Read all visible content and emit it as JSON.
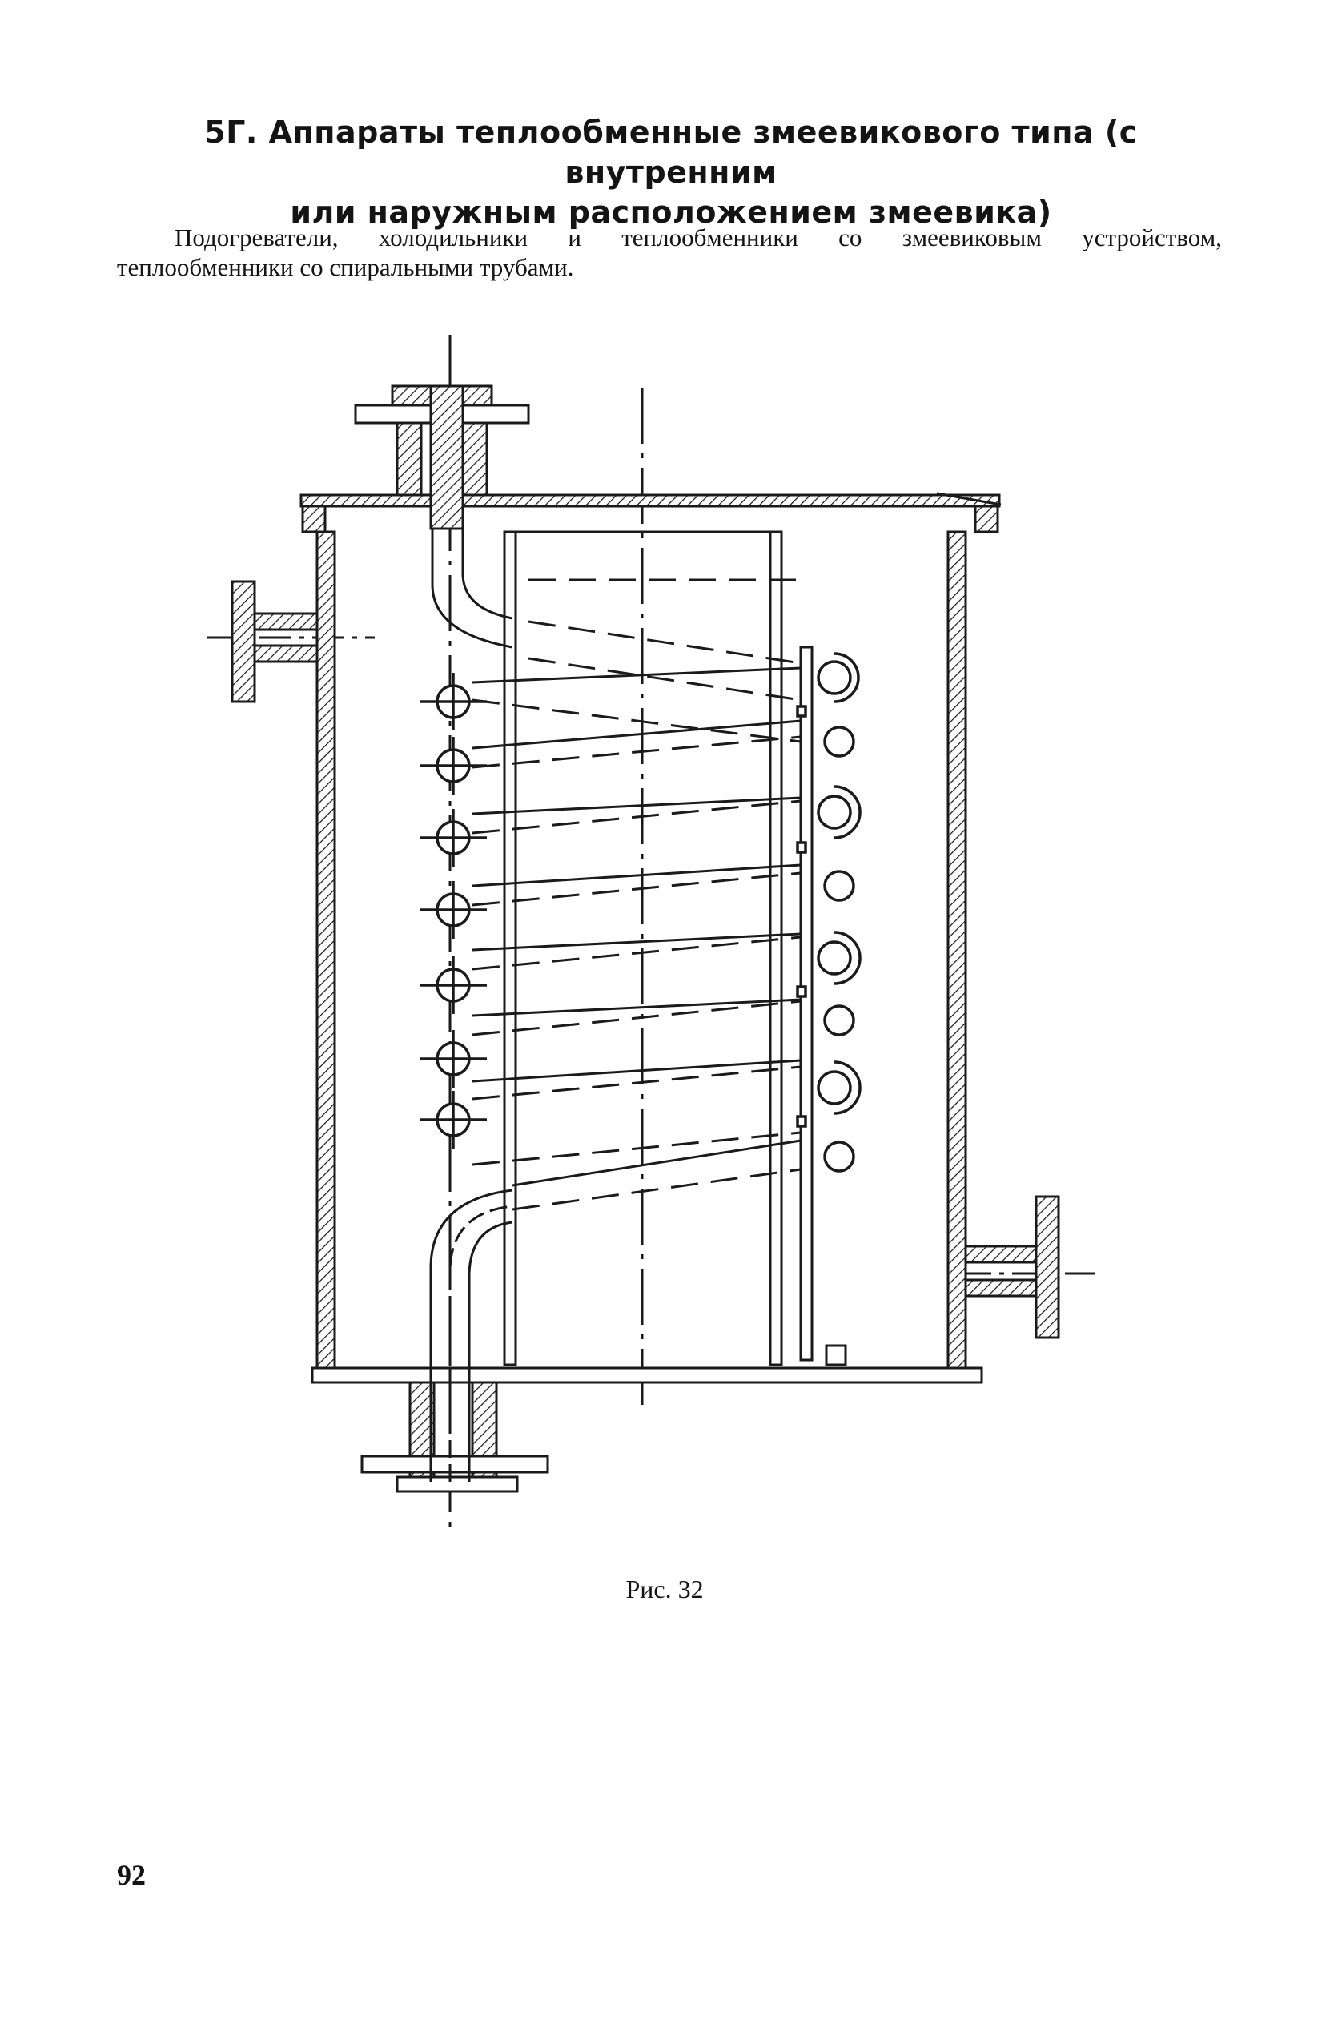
{
  "section": {
    "title_line1": "5Г. Аппараты теплообменные змеевикового типа (с внутренним",
    "title_line2": "или наружным расположением змеевика)"
  },
  "intro": {
    "line1": "Подогреватели, холодильники и теплообменники со змеевиковым устройством,",
    "line2": "теплообменники со спиральными трубами."
  },
  "figure": {
    "caption": "Рис. 32",
    "subject": "heat-exchanger-coil-drawing"
  },
  "page_number": "92"
}
